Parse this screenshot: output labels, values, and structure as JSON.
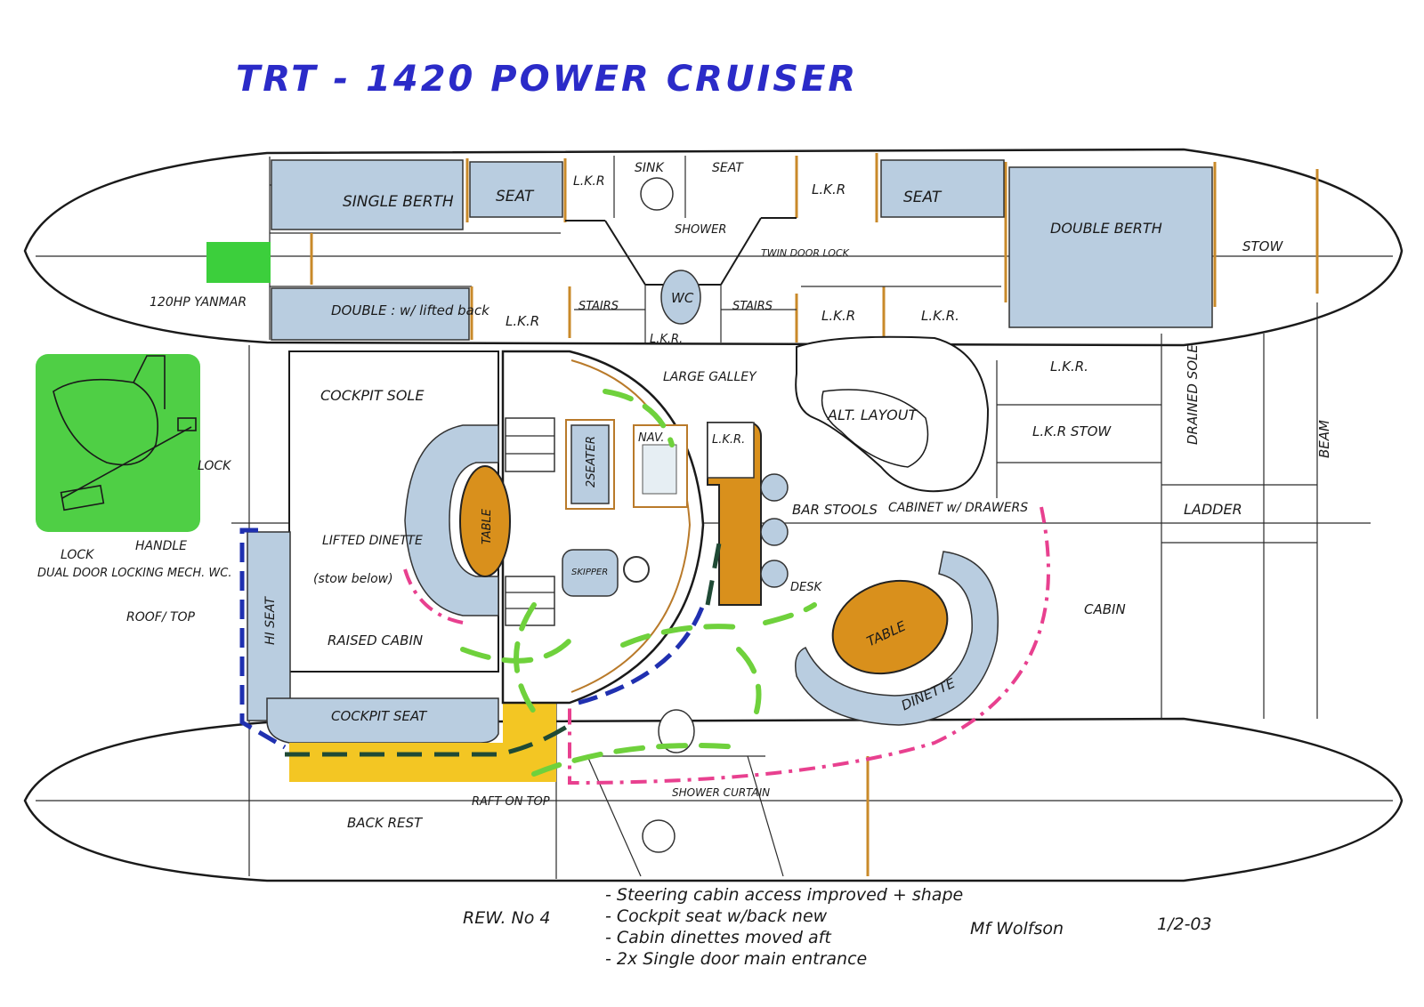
{
  "title": "TRT - 1420 POWER CRUISER",
  "labels": {
    "single_berth": "SINGLE BERTH",
    "seat_port": "SEAT",
    "lkr_1": "L.K.R",
    "sink": "SINK",
    "seat_mid": "SEAT",
    "lkr_2": "L.K.R",
    "seat_stbd": "SEAT",
    "double_berth_fwd": "DOUBLE BERTH",
    "stow": "STOW",
    "shower": "SHOWER",
    "twin_door_lock": "TWIN DOOR LOCK",
    "wc": "WC",
    "yanmar": "120HP YANMAR",
    "double_berth": "DOUBLE : w/ lifted back",
    "lkr_3": "L.K.R",
    "stairs_1": "STAIRS",
    "stairs_2": "STAIRS",
    "lkr_4": "L.K.R.",
    "lkr_5": "L.K.R",
    "lkr_6": "L.K.R.",
    "lkr_7": "L.K.R.",
    "cockpit_sole": "COCKPIT SOLE",
    "large_galley": "LARGE GALLEY",
    "alt_layout": "ALT. LAYOUT",
    "lkr_stow": "L.K.R STOW",
    "drained_sole": "DRAINED SOLE",
    "beam": "BEAM",
    "lock_1": "LOCK",
    "two_seater": "2SEATER",
    "nav": "NAV.",
    "lkr_8": "L.K.R.",
    "table_1": "TABLE",
    "bar_stools": "BAR STOOLS",
    "cabinet": "CABINET w/ DRAWERS",
    "ladder": "LADDER",
    "lock_2": "LOCK",
    "handle": "HANDLE",
    "dual_door": "DUAL DOOR LOCKING MECH. WC.",
    "lifted_dinette": "LIFTED DINETTE",
    "stow_below": "(stow below)",
    "skipper": "SKIPPER",
    "desk": "DESK",
    "cabin": "CABIN",
    "table_2": "TABLE",
    "dinette": "DINETTE",
    "roof_top": "ROOF/ TOP",
    "hi_seat": "HI SEAT",
    "raised_cabin": "RAISED CABIN",
    "cockpit_seat": "COCKPIT SEAT",
    "back_rest": "BACK REST",
    "raft_on_top": "RAFT ON TOP",
    "shower_curtain": "SHOWER CURTAIN"
  },
  "revision": {
    "label": "REW. No 4",
    "notes": [
      "- Steering cabin access improved + shape",
      "- Cockpit seat w/back new",
      "- Cabin dinettes moved aft",
      "- 2x Single door main entrance"
    ],
    "signature": "Mf Wolfson",
    "date": "1/2-03"
  },
  "colors": {
    "ink": "#1a1a1a",
    "title_blue": "#2b2bc8",
    "cushion_blue": "#b9cde0",
    "table_orange": "#d9901c",
    "engine_green": "#3ccf3c",
    "cabin_pink": "#e8408f",
    "raft_yellow": "#f3c623"
  }
}
